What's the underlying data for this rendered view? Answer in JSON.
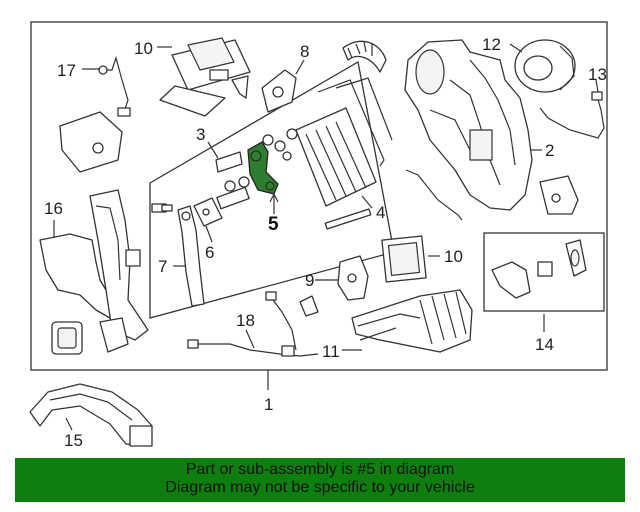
{
  "diagram": {
    "highlight_color": "#2f7d2f",
    "callouts": {
      "c1": "1",
      "c2": "2",
      "c3": "3",
      "c4": "4",
      "c5": "5",
      "c6": "6",
      "c7": "7",
      "c8": "8",
      "c9": "9",
      "c10a": "10",
      "c10b": "10",
      "c11": "11",
      "c12": "12",
      "c13": "13",
      "c14": "14",
      "c15": "15",
      "c16": "16",
      "c17": "17",
      "c18": "18"
    }
  },
  "banner": {
    "line1": "Part or sub-assembly is #5 in diagram",
    "line2": "Diagram may not be specific to your vehicle",
    "color": "#0e7f0e"
  }
}
